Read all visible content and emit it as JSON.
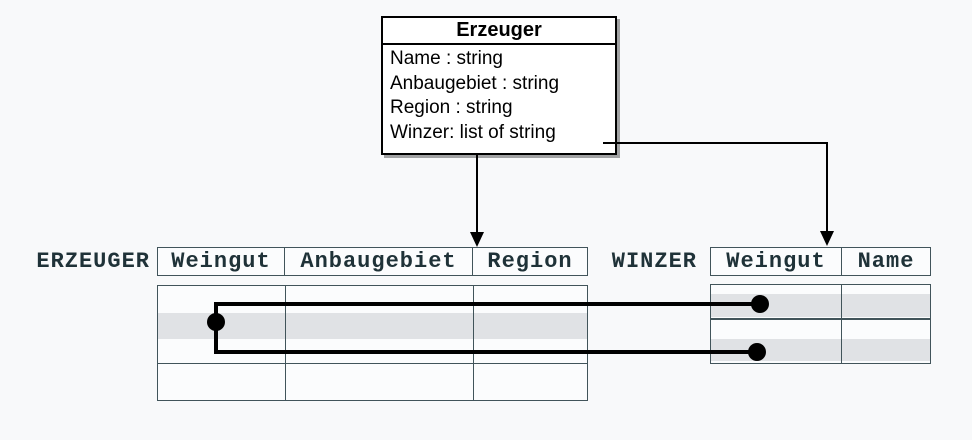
{
  "class_box": {
    "title": "Erzeuger",
    "attributes": [
      "Name : string",
      "Anbaugebiet : string",
      "Region : string",
      "Winzer: list of string"
    ]
  },
  "tables": {
    "erzeuger": {
      "label": "ERZEUGER",
      "columns": [
        "Weingut",
        "Anbaugebiet",
        "Region"
      ],
      "highlighted_rows": 1
    },
    "winzer": {
      "label": "WINZER",
      "columns": [
        "Weingut",
        "Name"
      ],
      "highlighted_rows": 2
    }
  },
  "relationships": {
    "class_to_erzeuger": "arrow from Erzeuger class bottom to ERZEUGER table",
    "winzer_attribute_to_winzer": "arrow from 'Winzer: list of string' attribute to WINZER table",
    "row_link": "one highlighted ERZEUGER row linked to two highlighted WINZER rows"
  },
  "colors": {
    "background": "#f8f9fa",
    "table_border": "#41545a",
    "table_text": "#1f3238",
    "row_highlight": "#e0e2e5",
    "connector": "#000000",
    "class_box_fill": "#ffffff"
  }
}
